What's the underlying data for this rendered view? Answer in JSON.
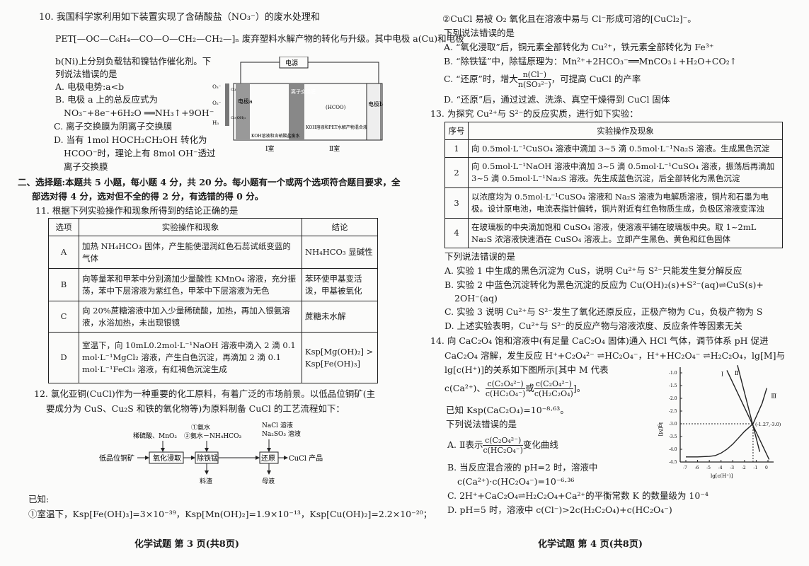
{
  "left": {
    "q10": {
      "line1": "10. 我国科学家利用如下装置实现了含硝酸盐（NO₃⁻）的废水处理和",
      "line2": "PET[—OC—C₆H₄—CO—O—CH₂—CH₂—]ₙ 废弃塑料水解产物的转化与升级。其中电极 a(Cu)和电极",
      "line3": "b(Ni)上分别负载钴和镍钴作催化剂。下",
      "line4": "列说法错误的是",
      "options": [
        "A. 电极电势:a<b",
        "B. 电极 a 上的总反应式为",
        "NO₃⁻+8e⁻+6H₂O ══NH₃↑+9OH⁻",
        "C. 离子交换膜为阴离子交换膜",
        "D. 当有 1mol HOCH₂CH₂OH 转化为",
        "HCOO⁻时，理论上有 8mol OH⁻透过",
        "离子交换膜"
      ],
      "diagram": {
        "power": "电源",
        "electrode_a": "电极a",
        "membrane": "离子交换膜",
        "electrode_b": "电极b",
        "room1_solution": "KOH溶液和含硝酸盐废水",
        "room2_solution": "KOH溶液和PET水解产物混合液",
        "room1": "Ⅰ室",
        "room2": "Ⅱ室",
        "no3": "NO₃⁻",
        "no2": "NO₂⁻",
        "nh3": "NH₃",
        "cu": "Cu",
        "cooh": "Co(OH)₂",
        "hcoo": "(HCOO)"
      }
    },
    "section2": {
      "line1": "二、选择题:本题共 5 小题，每小题 4 分，共 20 分。每小题有一个或两个选项符合题目要求，全",
      "line2": "部选对得 4 分，选对但不全的得 2 分，有选错的得 0 分。"
    },
    "q11": {
      "stem": "11. 根据下列实验操作和现象所得到的结论正确的是",
      "headers": [
        "选项",
        "实验操作和现象",
        "结论"
      ],
      "rows": [
        {
          "opt": "A",
          "op": "加热 NH₄HCO₃ 固体，产生能使湿润红色石蕊试纸变蓝的气体",
          "con": "NH₄HCO₃ 显碱性"
        },
        {
          "opt": "B",
          "op": "向等量苯和甲苯中分别滴加少量酸性 KMnO₄ 溶液，充分振荡，苯中下层溶液为紫红色，甲苯中下层溶液为无色",
          "con": "苯环使甲基变活泼，甲基被氧化"
        },
        {
          "opt": "C",
          "op": "向 20%蔗糖溶液中加入少量稀硫酸，加热，再加入银氨溶液，水浴加热，未出现银镜",
          "con": "蔗糖未水解"
        },
        {
          "opt": "D",
          "op": "室温下，向 10mL0.2mol·L⁻¹NaOH 溶液中滴入 2 滴 0.1 mol·L⁻¹MgCl₂ 溶液，产生白色沉淀，再滴加 2 滴 0.1 mol·L⁻¹FeCl₃ 溶液，有红褐色沉淀生成",
          "con": "Ksp[Mg(OH)₂] > Ksp[Fe(OH)₃]"
        }
      ]
    },
    "q12": {
      "line1": "12. 氯化亚铜(CuCl)作为一种重要的化工原料，有着广泛的市场前景。以低品位铜矿(主",
      "line2": "要成分为 CuS、Cu₂S 和铁的氧化物等)为原料制备 CuCl 的工艺流程如下：",
      "flow": {
        "raw": "低品位铜矿",
        "step1": "氧化浸取",
        "step2": "除铁锰",
        "step3": "还原",
        "product": "CuCl 产品",
        "reagent1": "稀硫酸、MnO₂",
        "reagent2a": "①氨水",
        "reagent2b": "②氨水－NH₄HCO₃",
        "reagent3a": "NaCl 溶液",
        "reagent3b": "Na₂SO₃ 溶液",
        "waste1": "料渣",
        "waste2": "母液"
      },
      "known": "已知:",
      "known1": "①室温下，Ksp[Fe(OH)₃]=3×10⁻³⁹，Ksp[Mn(OH)₂]=1.9×10⁻¹³，Ksp[Cu(OH)₂]=2.2×10⁻²⁰；"
    },
    "footer": "化学试题 第 3 页(共8页)"
  },
  "right": {
    "q12cont": {
      "known2": "②CuCl 易被 O₂ 氧化且在溶液中易与 Cl⁻形成可溶的[CuCl₂]⁻。",
      "ask": "下列说法错误的是",
      "A": "A. “氧化浸取”后，铜元素全部转化为 Cu²⁺，铁元素全部转化为 Fe³⁺",
      "B": "B. “除铁锰”中，除锰原理为：Mn²⁺+2HCO₃⁻══MnCO₃↓+H₂O+CO₂↑",
      "C_pre": "C. “还原”时，增大",
      "C_num": "n(Cl⁻)",
      "C_den": "n(SO₃²⁻)",
      "C_post": "，可提高 CuCl 的产率",
      "D": "D. “还原”后，通过过滤、洗涤、真空干燥得到 CuCl 固体"
    },
    "q13": {
      "stem": "13. 为探究 Cu²⁺与 S²⁻的反应实质，进行如下实验：",
      "headers": [
        "序号",
        "实验操作及现象"
      ],
      "rows": [
        {
          "no": "1",
          "text": "向 0.5mol·L⁻¹CuSO₄ 溶液中滴加 3~5 滴 0.5mol·L⁻¹Na₂S 溶液。生成黑色沉淀"
        },
        {
          "no": "2",
          "text": "向 0.5mol·L⁻¹NaOH 溶液中滴加 3~5 滴 0.5mol·L⁻¹CuSO₄ 溶液，振荡后再滴加 3~5 滴 0.5mol·L⁻¹Na₂S 溶液。先生成蓝色沉淀，后全部转化为黑色沉淀"
        },
        {
          "no": "3",
          "text": "以浓度均为 0.5mol·L⁻¹CuSO₄ 溶液和 Na₂S 溶液为电解质溶液，铜片和石墨为电极。设计原电池，电流表指针偏转，铜片附近有红色物质生成，负极区溶液变浑浊"
        },
        {
          "no": "4",
          "text": "在玻璃板的中央滴加饱和 CuSO₄ 溶液，使溶液平铺在玻璃板中央。取 1~2mL Na₂S 浓溶液快速洒在 CuSO₄ 溶液上。立即产生黑色、黄色和红色固体"
        }
      ],
      "ask": "下列说法错误的是",
      "A": "A. 实验 1 中生成的黑色沉淀为 CuS，说明 Cu²⁺与 S²⁻只能发生复分解反应",
      "B1": "B. 实验 2 中蓝色沉淀转化为黑色沉淀的反应为 Cu(OH)₂(s)+S²⁻(aq)⇌CuS(s)+",
      "B2": "2OH⁻(aq)",
      "C": "C. 实验 3 说明 Cu²⁺与 S²⁻发生了氧化还原反应，正极产物为 Cu，负极产物为 S",
      "D": "D. 上述实验表明，Cu²⁺与 S²⁻的反应产物与溶液浓度、反应条件等因素无关"
    },
    "q14": {
      "line1": "14. 向 CaC₂O₄ 饱和溶液中(有足量 CaC₂O₄ 固体)通入 HCl 气体，调节体系 pH 促进",
      "line2": "CaC₂O₄ 溶解，发生反应 H⁺+C₂O₄²⁻ ⇌HC₂O₄⁻，H⁺+HC₂O₄⁻ ⇌H₂C₂O₄，lg[M]与",
      "line3": "lg[c(H⁺)]的关系如下图所示[其中 M 代表",
      "m1": "c(Ca²⁺)、",
      "f1n": "c(C₂O₄²⁻)",
      "f1d": "c(HC₂O₄⁻)",
      "or": "或",
      "f2n": "c(C₂O₄²⁻)",
      "f2d": "c(H₂C₂O₄)",
      "end": "]。",
      "ksp": "已知 Ksp(CaC₂O₄)=10⁻⁸·⁶³。",
      "ask": "下列说法错误的是",
      "A_pre": "A. Ⅱ表示",
      "A_num": "c(C₂O₄²⁻)",
      "A_den": "c(HC₂O₄⁻)",
      "A_post": "变化曲线",
      "B1": "B. 当反应混合液的 pH=2 时，溶液中",
      "B2": "c(Ca²⁺)·c(HC₂O₄⁻)=10⁻⁶·³⁶",
      "C": "C. 2H⁺+CaC₂O₄⇌H₂C₂O₄+Ca²⁺的平衡常数 K 的数量级为 10⁻⁴",
      "D": "D. pH=5 时，溶液中 c(Cl⁻)>2c(H₂C₂O₄)+c(HC₂O₄⁻)"
    },
    "footer": "化学试题 第 4 页(共8页)"
  },
  "chart_data": {
    "type": "line",
    "title": "",
    "xlabel": "lg[c(H⁺)]",
    "ylabel": "lg[M]",
    "xlim": [
      -7,
      0
    ],
    "ylim": [
      -4.5,
      -1.0
    ],
    "xticks": [
      "-7",
      "-6",
      "-5",
      "-4",
      "-3",
      "-2",
      "-1",
      "0"
    ],
    "yticks": [
      "-1.0",
      "-1.5",
      "-2.0",
      "-2.5",
      "-3.0",
      "-3.5",
      "-4.0",
      "-4.5"
    ],
    "series": [
      {
        "name": "Ⅰ",
        "x": [
          -3.5,
          0.1
        ],
        "y": [
          -0.9,
          -4.4
        ]
      },
      {
        "name": "Ⅱ",
        "x": [
          -2.6,
          -0.7
        ],
        "y": [
          -0.7,
          -4.1
        ]
      },
      {
        "name": "Ⅲ",
        "x": [
          -7,
          -6,
          -5,
          -4.5,
          -4,
          -3.5,
          -3,
          -2.5,
          -2,
          -1.27,
          -0.5,
          -0.1
        ],
        "y": [
          -4.3,
          -4.3,
          -4.28,
          -4.25,
          -4.15,
          -4.0,
          -3.8,
          -3.55,
          -3.3,
          -3.0,
          -2.2,
          -1.6
        ]
      }
    ],
    "annotation": "(-1.27,-3.0)",
    "grid": false
  }
}
